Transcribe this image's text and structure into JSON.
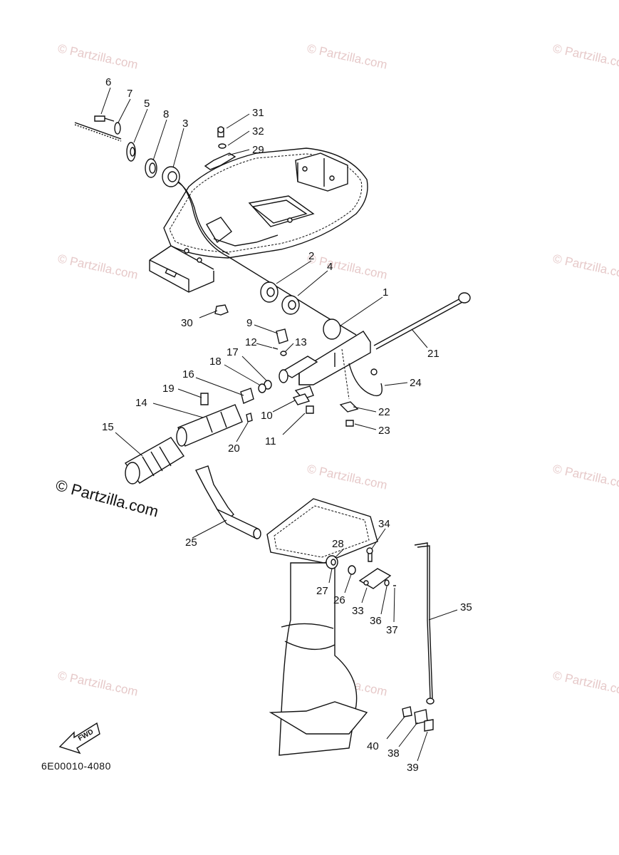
{
  "watermarks": {
    "small": "© Partzilla.com",
    "main": "© Partzilla.com"
  },
  "diagram_code": "6E00010-4080",
  "fwd_label": "FWD",
  "callouts": {
    "c1": "1",
    "c2": "2",
    "c3": "3",
    "c4": "4",
    "c5": "5",
    "c6": "6",
    "c7": "7",
    "c8": "8",
    "c9": "9",
    "c10": "10",
    "c11": "11",
    "c12": "12",
    "c13": "13",
    "c14": "14",
    "c15": "15",
    "c16": "16",
    "c17": "17",
    "c18": "18",
    "c19": "19",
    "c20": "20",
    "c21": "21",
    "c22": "22",
    "c23": "23",
    "c24": "24",
    "c25": "25",
    "c26": "26",
    "c27": "27",
    "c28": "28",
    "c29": "29",
    "c30": "30",
    "c31": "31",
    "c32": "32",
    "c33": "33",
    "c34": "34",
    "c35": "35",
    "c36": "36",
    "c37": "37",
    "c38": "38",
    "c39": "39",
    "c40": "40"
  },
  "colors": {
    "line": "#111111",
    "watermark": "#e6c9c9",
    "background": "#ffffff"
  }
}
